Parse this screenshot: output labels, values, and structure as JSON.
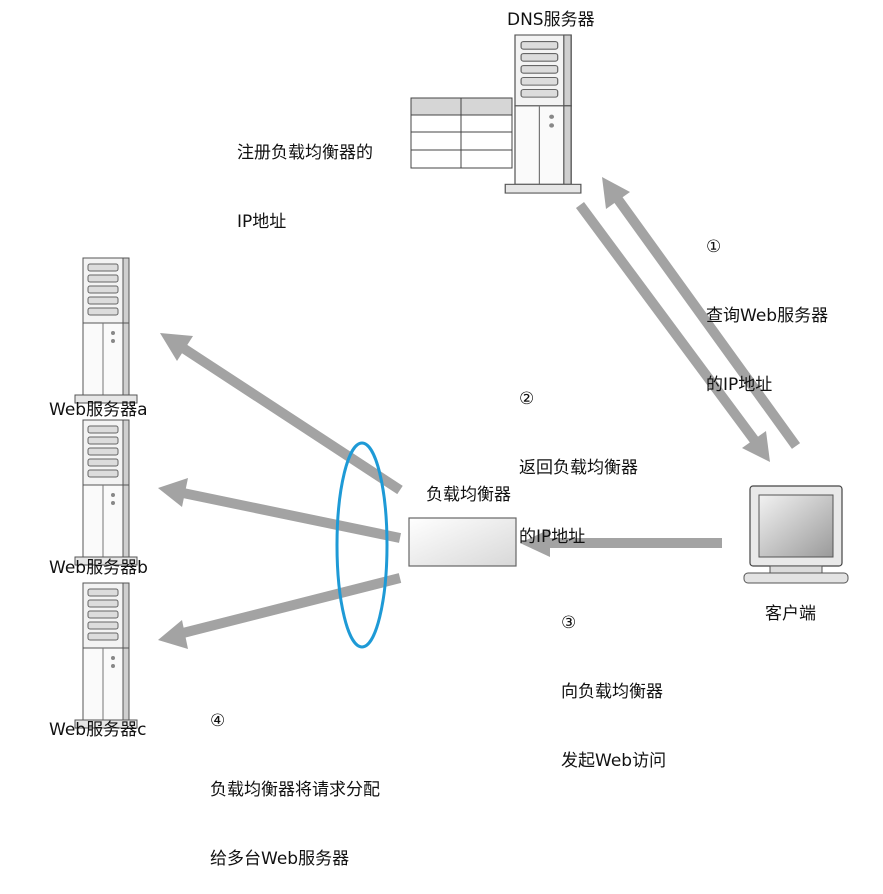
{
  "dns_server": {
    "label": "DNS服务器",
    "register_note": [
      "注册负载均衡器的",
      "IP地址"
    ]
  },
  "steps": [
    {
      "number": "①",
      "lines": [
        "查询Web服务器",
        "的IP地址"
      ]
    },
    {
      "number": "②",
      "lines": [
        "返回负载均衡器",
        "的IP地址"
      ]
    },
    {
      "number": "③",
      "lines": [
        "向负载均衡器",
        "发起Web访问"
      ]
    },
    {
      "number": "④",
      "lines": [
        "负载均衡器将请求分配",
        "给多台Web服务器"
      ]
    }
  ],
  "load_balancer": {
    "label": "负载均衡器"
  },
  "client": {
    "label": "客户端"
  },
  "web_servers": [
    {
      "label": "Web服务器a"
    },
    {
      "label": "Web服务器b"
    },
    {
      "label": "Web服务器c"
    }
  ],
  "colors": {
    "arrow": "#a3a3a3",
    "ellipse": "#1e9ad6",
    "device_stroke": "#555555"
  }
}
